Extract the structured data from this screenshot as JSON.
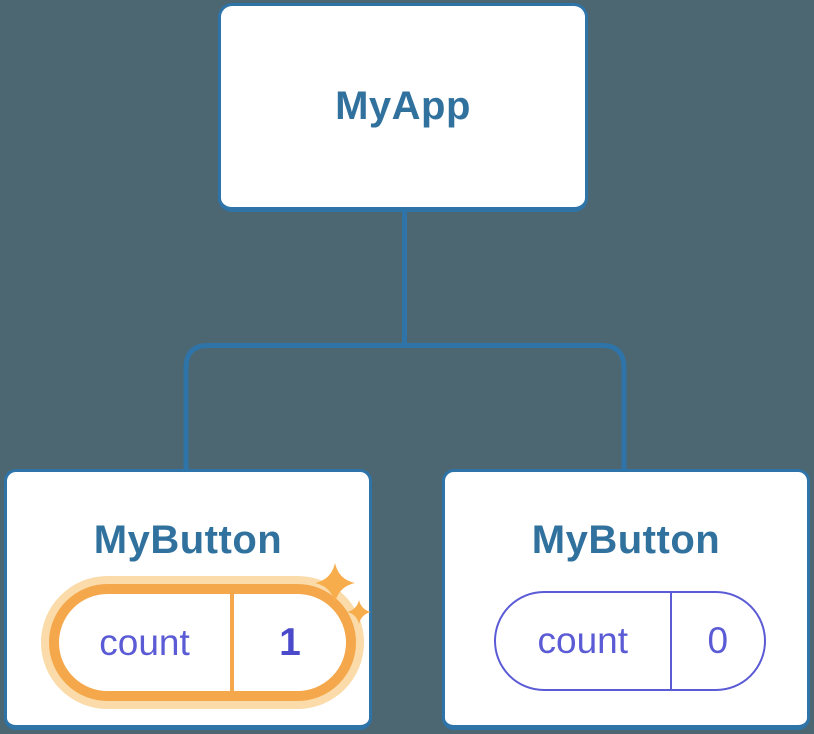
{
  "diagram": {
    "description": "React component tree diagram with isolated state",
    "colors": {
      "background": "#4C6772",
      "stroke_blue": "#2E74A8",
      "title_blue": "#31719E",
      "purple": "#5B5BD6",
      "purple_bold": "#4A4ACA",
      "orange": "#F5A84B",
      "orange_halo": "#FADBA9",
      "sparkle": "#F7AD4C"
    },
    "root": {
      "label": "MyApp"
    },
    "children": [
      {
        "label": "MyButton",
        "highlighted": true,
        "state": {
          "key": "count",
          "value": "1"
        }
      },
      {
        "label": "MyButton",
        "highlighted": false,
        "state": {
          "key": "count",
          "value": "0"
        }
      }
    ]
  }
}
